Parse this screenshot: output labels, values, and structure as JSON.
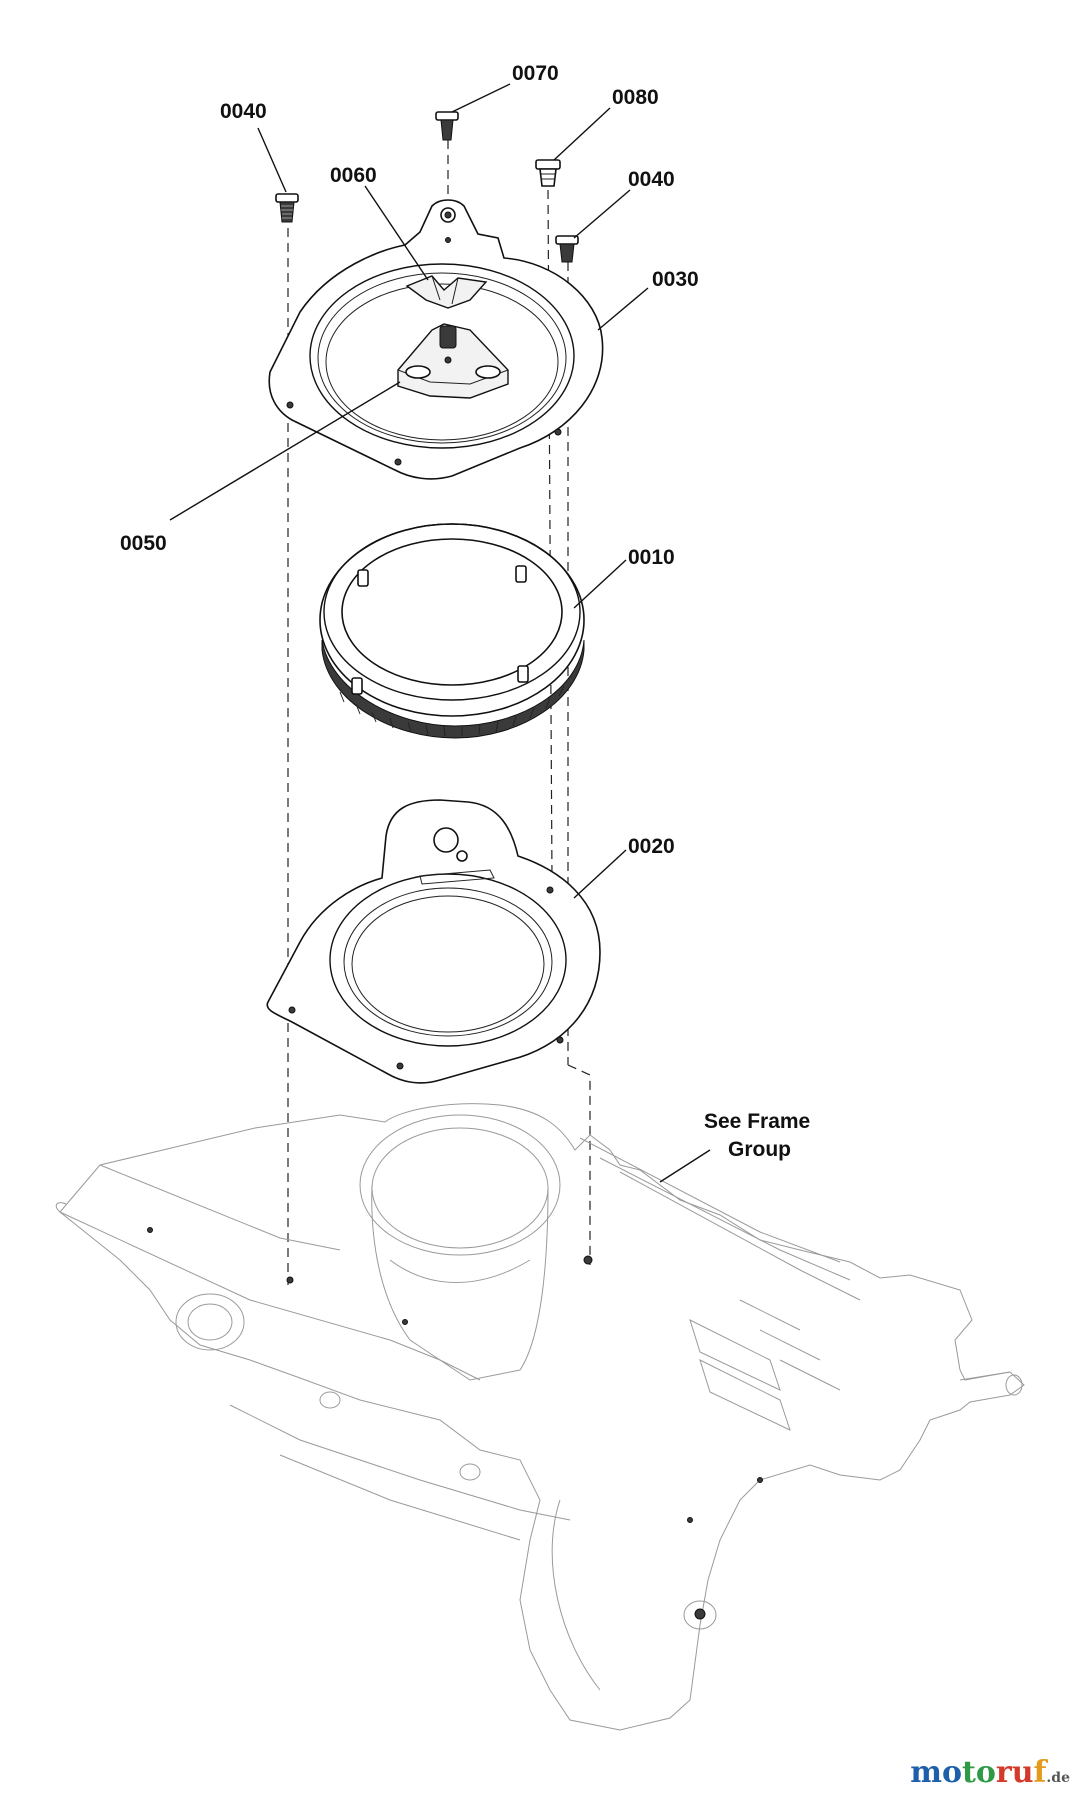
{
  "callouts": {
    "p0040a": "0040",
    "p0070": "0070",
    "p0080": "0080",
    "p0060": "0060",
    "p0040b": "0040",
    "p0030": "0030",
    "p0050": "0050",
    "p0010": "0010",
    "p0020": "0020"
  },
  "note": {
    "line1": "See Frame",
    "line2": "Group"
  },
  "watermark": {
    "part1": "mo",
    "part2": "to",
    "part3": "ru",
    "part4": "f",
    "suffix": ".de"
  },
  "colors": {
    "line": "#111111",
    "watermark_blue": "#1d5fa8",
    "watermark_green": "#2e9a45",
    "watermark_red": "#d43a2a",
    "watermark_orange": "#e39a1d"
  }
}
